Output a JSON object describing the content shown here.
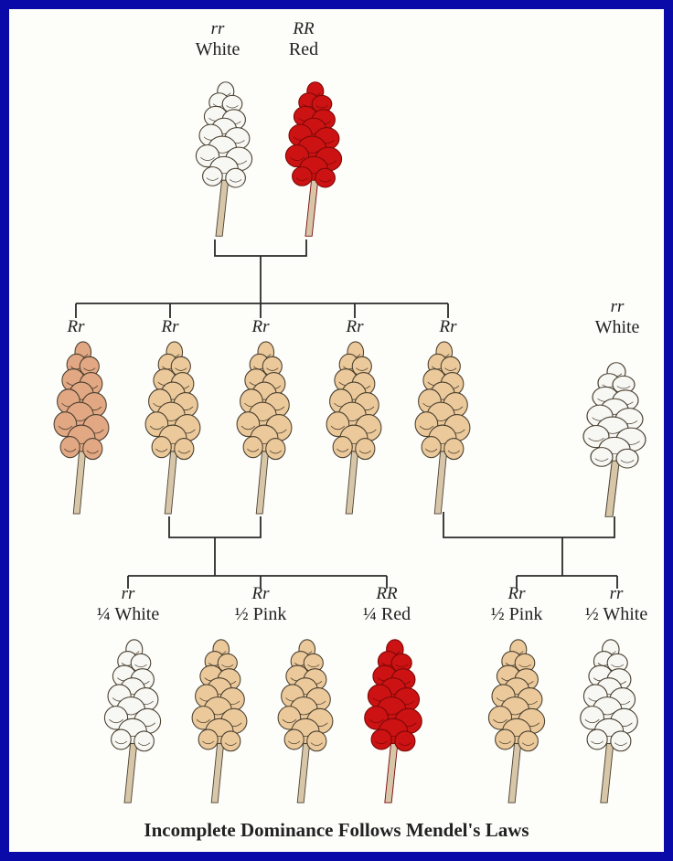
{
  "colors": {
    "frame": "#0a0aa8",
    "white_flower": "#f7f7f4",
    "red_flower": "#cc1212",
    "pink_flower": "#ebc99b",
    "pink_dark_flower": "#e2a783",
    "stem": "#d7c6a8",
    "line": "#2a2a2a"
  },
  "parents": [
    {
      "genotype": "rr",
      "phenotype": "White",
      "color": "white"
    },
    {
      "genotype": "RR",
      "phenotype": "Red",
      "color": "red"
    }
  ],
  "f1": [
    {
      "genotype": "Rr",
      "color": "pink_dark"
    },
    {
      "genotype": "Rr",
      "color": "pink"
    },
    {
      "genotype": "Rr",
      "color": "pink"
    },
    {
      "genotype": "Rr",
      "color": "pink"
    },
    {
      "genotype": "Rr",
      "color": "pink"
    }
  ],
  "testcross_parent": {
    "genotype": "rr",
    "phenotype": "White",
    "color": "white"
  },
  "f2_selfcross": [
    {
      "genotype": "rr",
      "fraction": "¼ White",
      "color": "white"
    },
    {
      "genotype": "Rr",
      "fraction": "½ Pink",
      "color": "pink"
    },
    {
      "genotype": "RR",
      "fraction": "¼ Red",
      "color": "red"
    }
  ],
  "f2_backcross": [
    {
      "genotype": "Rr",
      "fraction": "½ Pink",
      "color": "pink"
    },
    {
      "genotype": "rr",
      "fraction": "½ White",
      "color": "white"
    }
  ],
  "caption": "Incomplete Dominance Follows Mendel's Laws"
}
